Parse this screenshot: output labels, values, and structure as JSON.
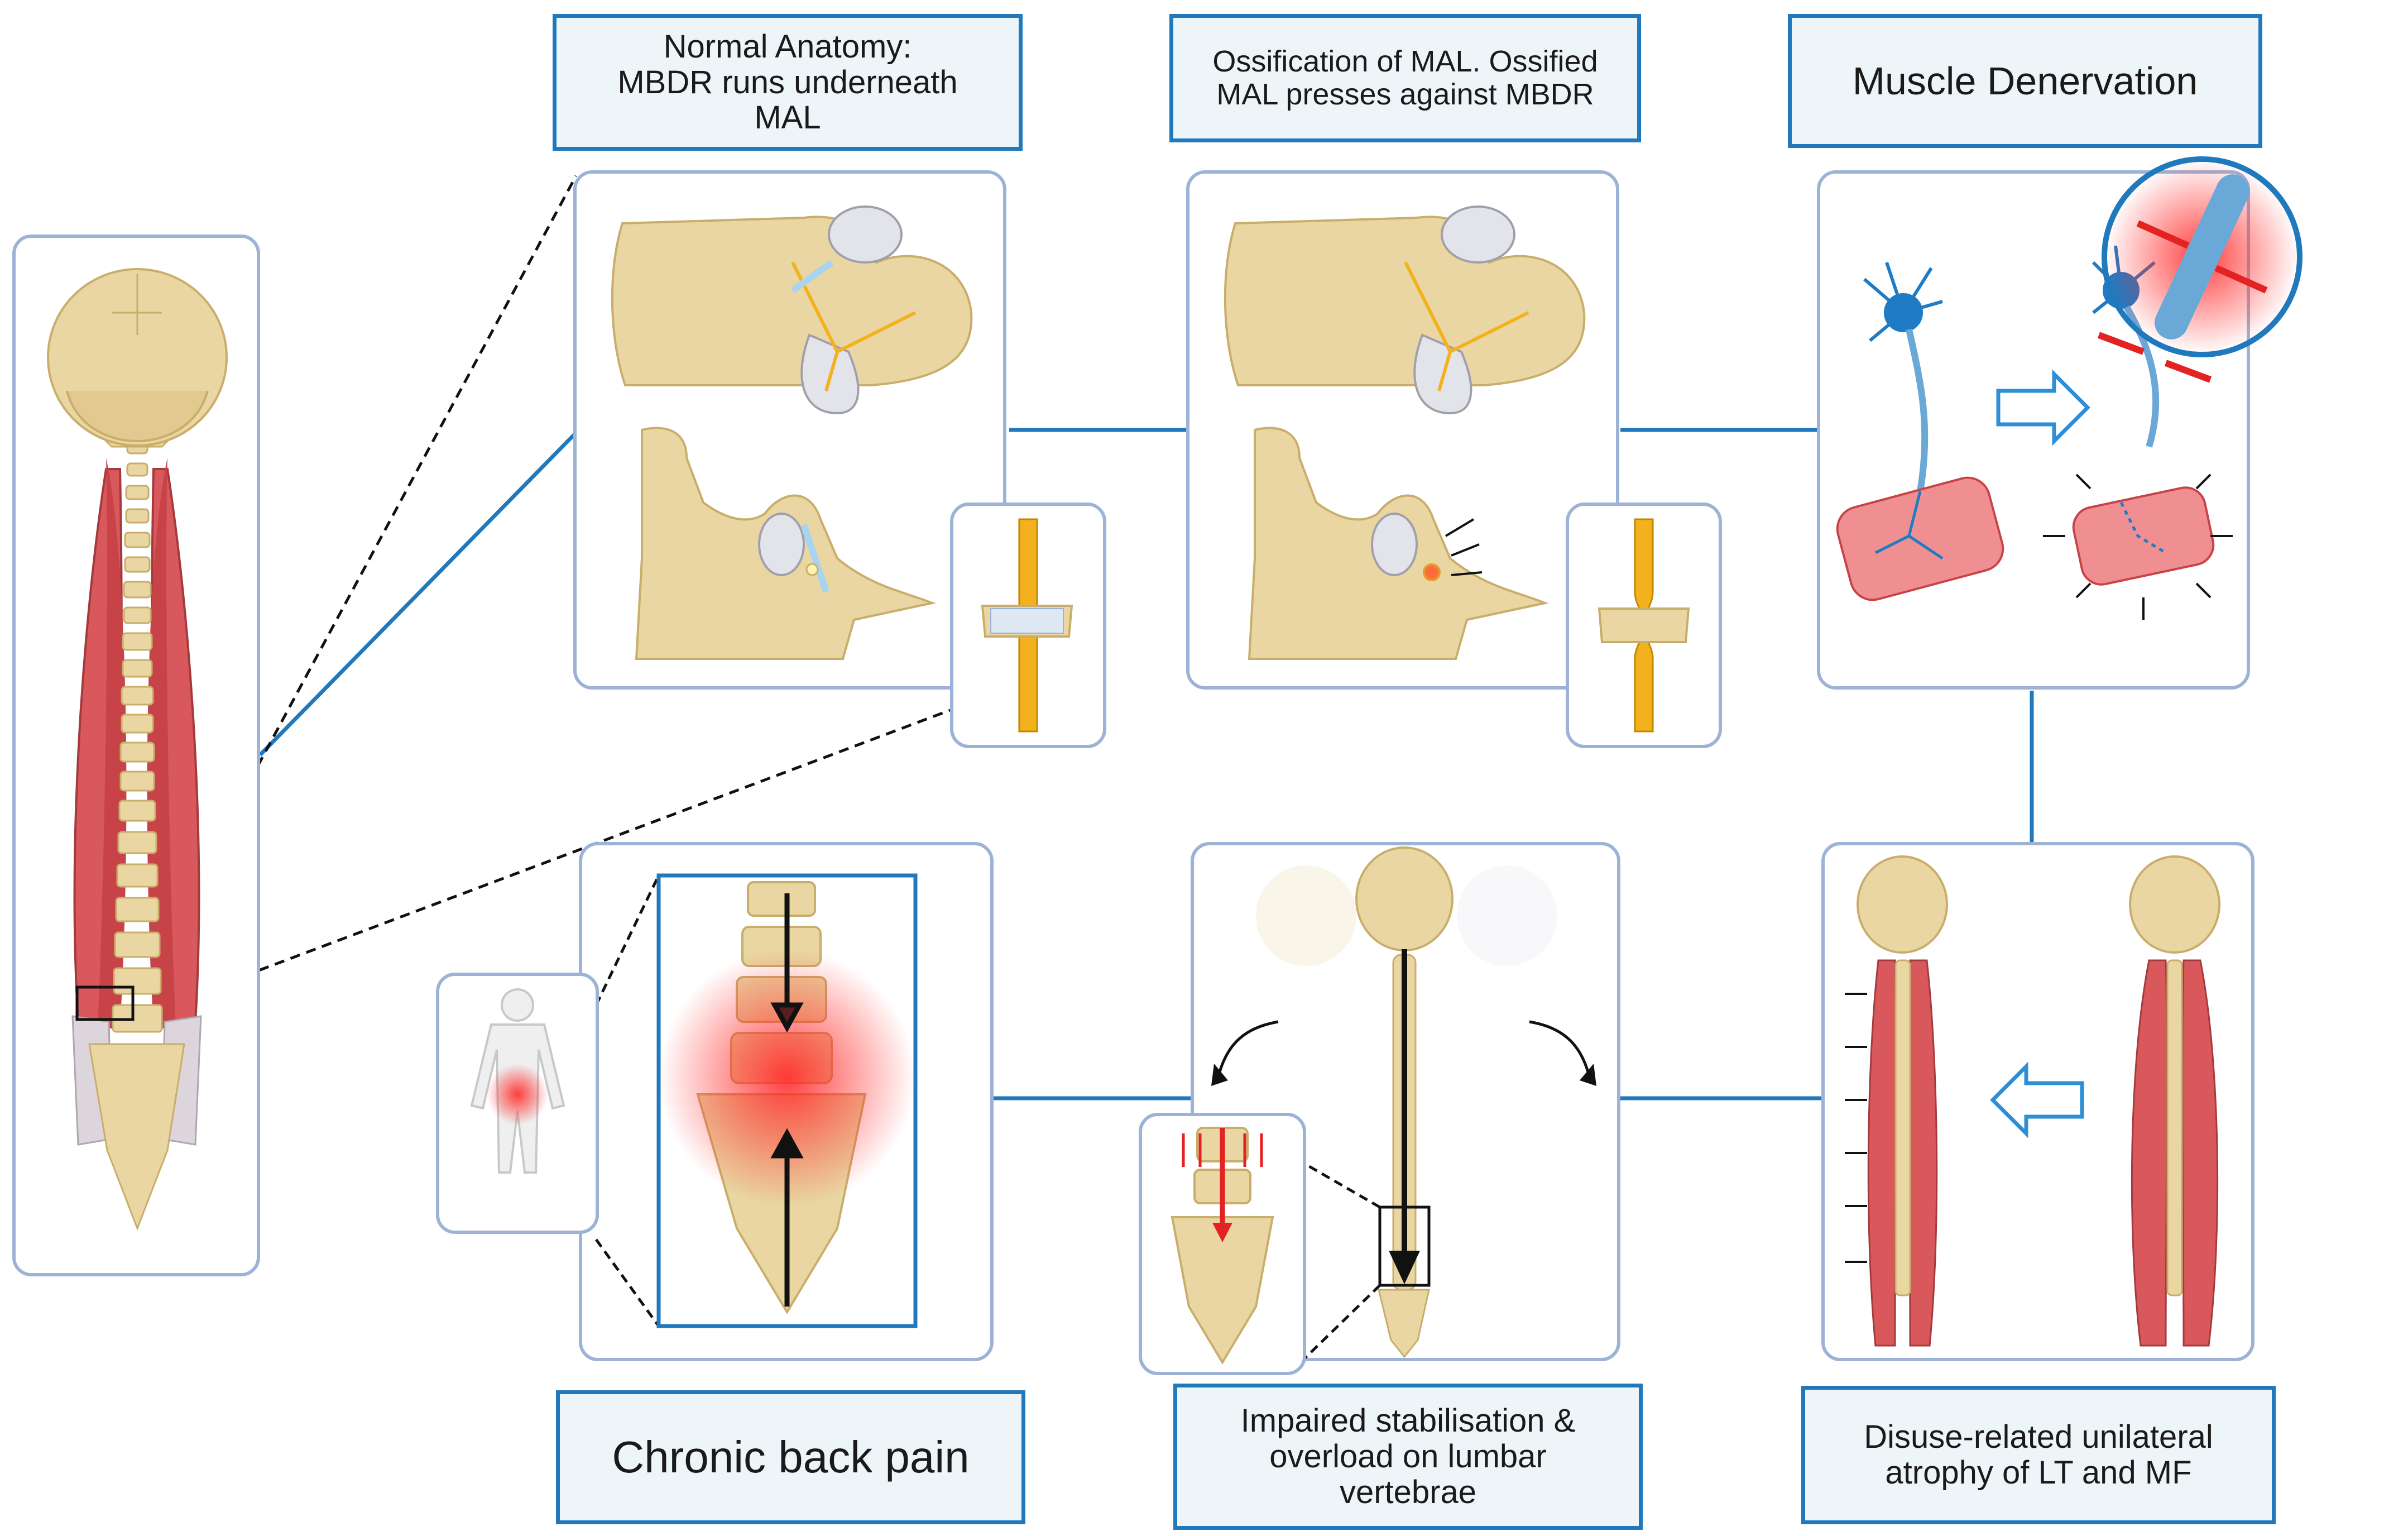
{
  "captions": {
    "normal": "Normal Anatomy:\nMBDR runs underneath\nMAL",
    "ossification": "Ossification of MAL. Ossified\nMAL presses against MBDR",
    "denervation": "Muscle Denervation",
    "chronic": "Chronic back pain",
    "impaired": "Impaired stabilisation &\noverload on lumbar\nvertebrae",
    "atrophy": "Disuse-related unilateral\natrophy of LT and MF"
  },
  "colors": {
    "connector": "#2079bd",
    "panel_border": "#9db3d6",
    "caption_fill": "#eef5f9",
    "bone": "#e9d6a2",
    "bone_dark": "#c9ad6b",
    "muscle": "#d9585c",
    "muscle_fiber": "#f08f92",
    "neuron": "#1f7bc4",
    "pain": "#ff2a2a",
    "nerve_root": "#f4b11e"
  },
  "icons": [
    "skull-icon",
    "spine-icon",
    "back-muscle-icon",
    "vertebra-icon",
    "neuron-icon",
    "muscle-fiber-icon",
    "compression-arrow-icon",
    "body-silhouette-icon",
    "pain-glow-icon",
    "flow-arrow-icon"
  ]
}
